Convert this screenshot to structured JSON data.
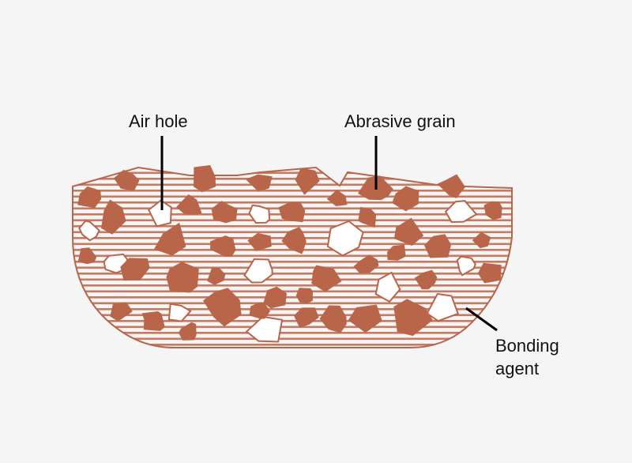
{
  "labels": {
    "air_hole": "Air hole",
    "abrasive_grain": "Abrasive grain",
    "bonding_agent_line1": "Bonding",
    "bonding_agent_line2": "agent"
  },
  "colors": {
    "grain": "#b8654a",
    "background": "#f5f5f5",
    "air_hole": "#ffffff",
    "leader_line": "#000000"
  }
}
